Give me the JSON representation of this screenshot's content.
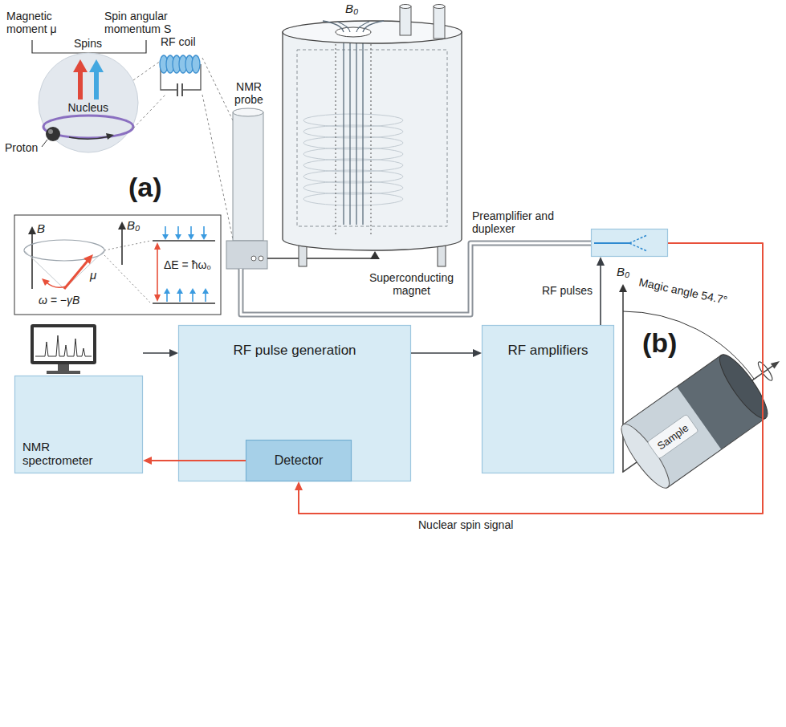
{
  "diagram": {
    "nodes": [
      {
        "text": [
          "NMR probe"
        ]
      },
      {
        "text": [
          "Preamplifier and duplexer"
        ]
      },
      {
        "text": [
          "NMR spectrometer"
        ]
      },
      {
        "text": [
          "RF pulse generation"
        ]
      },
      {
        "text": [
          "Detector"
        ],
        "in": 3
      },
      {
        "text": [
          "RF amplifiers"
        ]
      }
    ],
    "edges": [
      {
        "from": 0,
        "to": 1,
        "arrow": "none"
      },
      {
        "from": 2,
        "to": 3,
        "arrow": "to"
      },
      {
        "from": 3,
        "to": 5,
        "arrow": "to"
      },
      {
        "from": 5,
        "to": 1,
        "arrow": "to",
        "label": "RF pulses"
      },
      {
        "from": 1,
        "to": 4,
        "arrow": "to",
        "label": "Nuclear spin signal"
      },
      {
        "from": 4,
        "to": 2,
        "arrow": "to"
      }
    ],
    "labels": [
      "Magnetic moment μ",
      "Spin angular momentum S",
      "Spins",
      "Nucleus",
      "Proton",
      "RF coil",
      "(a)",
      "B",
      "μ",
      "ω = −γB",
      "B₀",
      "ΔE = ħω₀",
      "B₀",
      "Superconducting magnet",
      "B₀",
      "Magic angle 54.7°",
      "(b)",
      "Sample"
    ]
  }
}
